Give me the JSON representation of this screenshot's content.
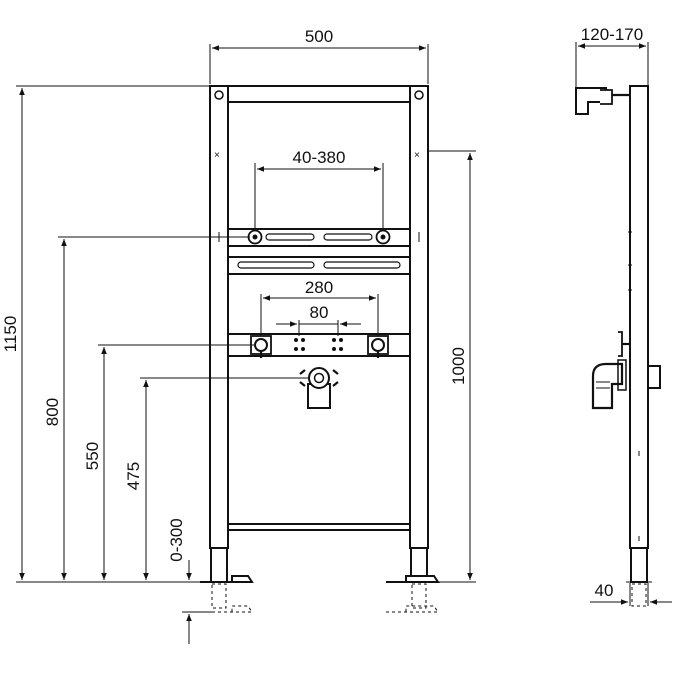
{
  "dimensions": {
    "frame_width": "500",
    "side_depth": "120-170",
    "upper_bracket_spacing": "40-380",
    "lower_bracket_spacing": "280",
    "supply_spacing": "80",
    "total_height": "1150",
    "upper_bracket_height": "800",
    "supply_height": "550",
    "drain_height": "475",
    "foot_adjustment": "0-300",
    "frame_height": "1000",
    "side_foot": "40"
  }
}
